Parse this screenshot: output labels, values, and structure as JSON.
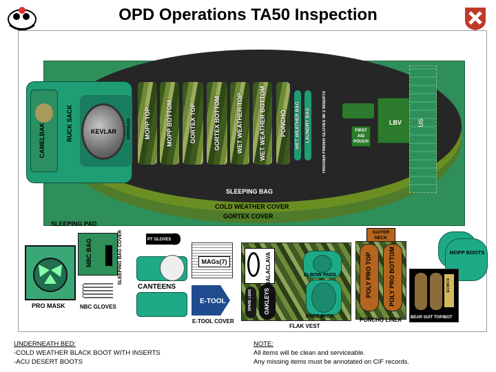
{
  "title": "OPD Operations TA50 Inspection",
  "labels": {
    "kevlar": "KEVLAR",
    "goggles": "GOGGLES",
    "camelbak": "CAMELBAK",
    "ruck_sack": "RUCK SACK",
    "mopp_top": "MOPP TOP",
    "mopp_bottom": "MOPP BOTTOM",
    "gortex_top": "GORTEX TOP",
    "gortex_bottom": "GORTEX BOTTOM",
    "wet_weather_top": "WET WEATHER TOP",
    "wet_weather_bottom": "WET WEATHER BOTTOM",
    "poncho": "PONCHO",
    "wet_weather_bag": "WET WEATHER BAG",
    "laundry_bag": "LAUNDRY BAG",
    "trigger_gloves": "TRIGGER FINGER GLOVES W/ 2 INSERTS",
    "lbv": "LBV",
    "first_aid_pouch": "FIRST AID POUCH",
    "us": "US",
    "sleeping_bag": "SLEEPING BAG",
    "cold_weather_cover": "COLD WEATHER COVER",
    "gortex_cover": "GORTEX COVER",
    "sleeping_pad": "SLEEPING PAD",
    "pro_mask": "PRO MASK",
    "nbc_bag": "NBC BAG",
    "nbc_gloves": "NBC GLOVES",
    "sleeping_bag_cover": "SLEEPING BAG COVER",
    "pt_gloves": "PT GLOVES",
    "canteens": "CANTEENS",
    "mags": "MAGs(7)",
    "etool": "E-TOOL",
    "etool_cover": "E-TOOL COVER",
    "balaclava": "BALACLAVA",
    "spare_lens": "SPARE LENS",
    "oakleys": "OAKLEYS",
    "elbow_pads": "ELBOW PADS",
    "knee_pads": "KNEE PADS",
    "flak_vest": "FLAK VEST",
    "gaiter_neck": "GAITER NECK",
    "poly_pro_top": "POLY PRO TOP",
    "poly_pro_bottom": "POLY PRO BOTTOM",
    "poncho_liner": "PONCHO LINER",
    "mopp_boots": "MOPP BOOTS",
    "bear_suit": "BEAR SUIT TOP/BOT",
    "ecwcs": "ECWCS"
  },
  "notes": {
    "under_bed": {
      "heading": "UNDERNEATH BED:",
      "items": [
        "-COLD WEATHER BLACK BOOT WITH INSERTS",
        "-ACU DESERT BOOTS"
      ]
    },
    "note": {
      "heading": "NOTE:",
      "items": [
        "All items will be clean and serviceable.",
        "Any missing items must be annotated on CIF records."
      ]
    }
  },
  "colors": {
    "pad_green": "#2f8f5a",
    "pad_light": "#3ca66e",
    "cover_olive": "#6b8e23",
    "gortex_green": "#4f7b2b",
    "bag_dark": "#262626",
    "pro_mask_teal": "#3aa777",
    "canteen_teal": "#1faa87",
    "etool_blue": "#1e4c8f",
    "poly_orange": "#b5651d"
  }
}
